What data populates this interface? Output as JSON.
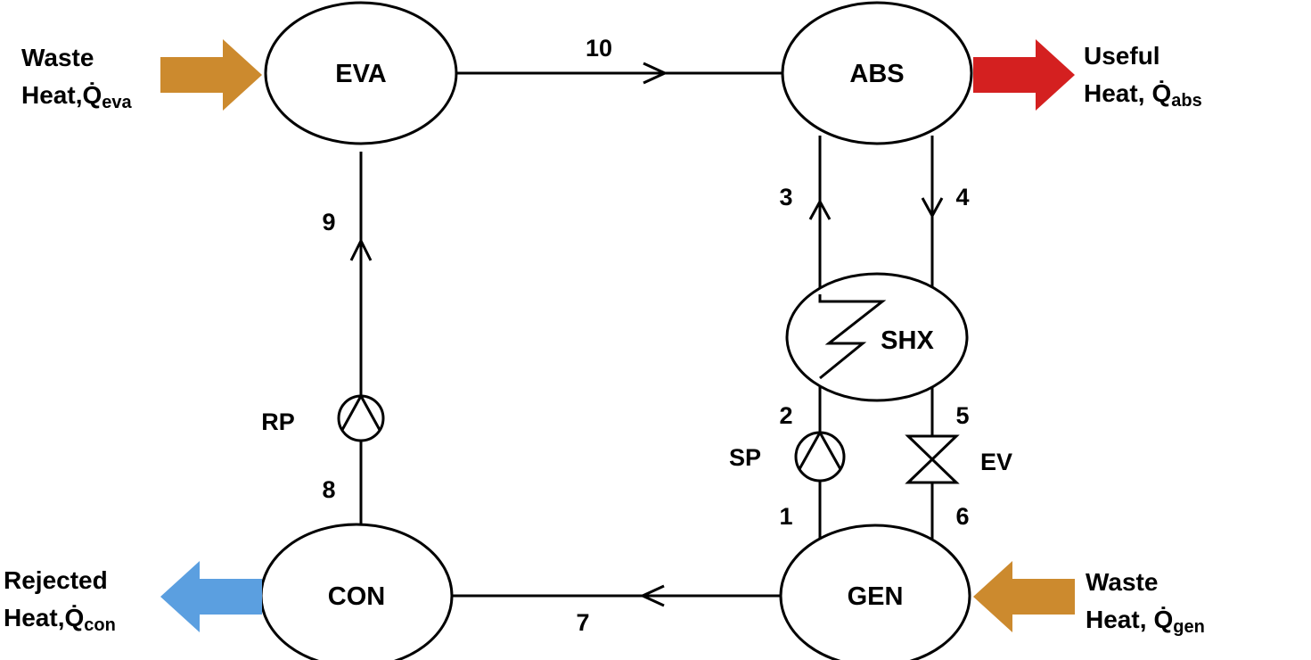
{
  "components": {
    "eva": "EVA",
    "abs": "ABS",
    "con": "CON",
    "gen": "GEN",
    "shx": "SHX",
    "rp": "RP",
    "sp": "SP",
    "ev": "EV"
  },
  "streams": [
    "1",
    "2",
    "3",
    "4",
    "5",
    "6",
    "7",
    "8",
    "9",
    "10"
  ],
  "heat_flows": {
    "evaporator_in": {
      "line1": "Waste",
      "line2": "Heat,",
      "q": "Q̇",
      "sub": "eva",
      "color": "#cc8a2e"
    },
    "absorber_out": {
      "line1": "Useful",
      "line2": "Heat,",
      "q": "Q̇",
      "sub": "abs",
      "color": "#d42020"
    },
    "condenser_out": {
      "line1": "Rejected",
      "line2": "Heat,",
      "q": "Q̇",
      "sub": "con",
      "color": "#5b9fe0"
    },
    "generator_in": {
      "line1": "Waste",
      "line2": "Heat,",
      "q": "Q̇",
      "sub": "gen",
      "color": "#cc8a2e"
    }
  }
}
